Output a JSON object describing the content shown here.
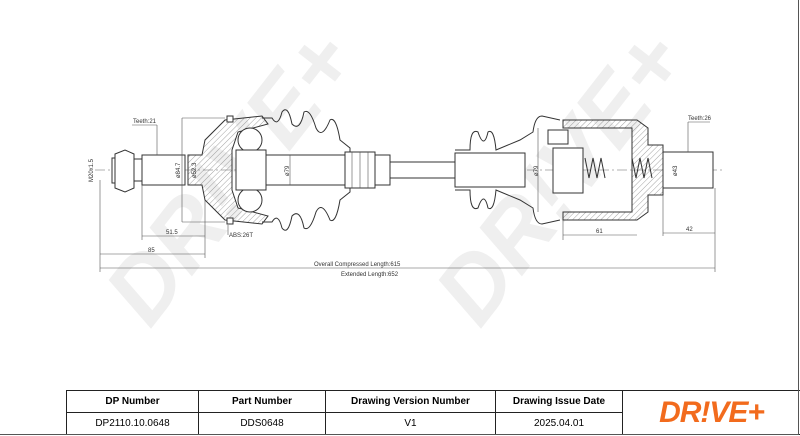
{
  "watermark": "DR!VE+",
  "drawing": {
    "left": {
      "teeth": "Teeth:21",
      "thread": "M20x1.5",
      "dia_outer": "ø84.7",
      "dia_inner": "ø52.3",
      "dia_boot": "ø79",
      "abs": "ABS:26T",
      "dim_spline": "51.5",
      "dim_stub": "85"
    },
    "right": {
      "dia_boot": "ø79",
      "dia_stub": "ø43",
      "teeth": "Teeth:26",
      "dim_housing": "61",
      "dim_stub": "42"
    },
    "overall_length": "Overall Compressed Length:615",
    "extended_length": "Extended Length:652"
  },
  "title_block": {
    "headers": [
      "DP Number",
      "Part Number",
      "Drawing Version Number",
      "Drawing Issue Date"
    ],
    "values": [
      "DP2110.10.0648",
      "DDS0648",
      "V1",
      "2025.04.01"
    ],
    "logo": "DR!VE+",
    "logo_color": "#F26B1D"
  }
}
